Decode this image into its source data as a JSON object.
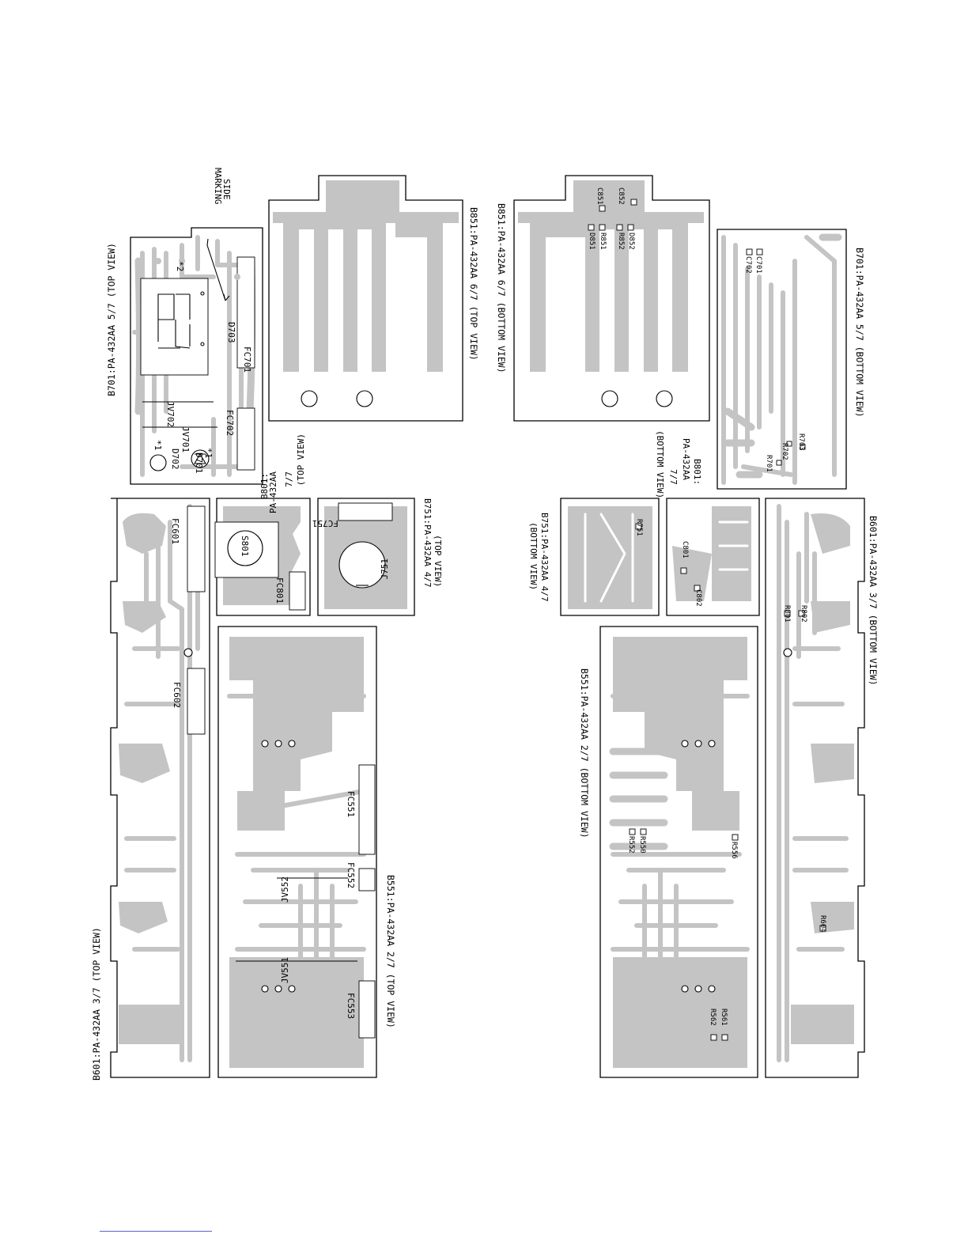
{
  "boards": {
    "b701_top_title": "B701:PA-432AA 5/7 (TOP VIEW)",
    "b851_top_title": "B851:PA-432AA 6/7 (TOP VIEW)",
    "b851_bottom_title": "B851:PA-432AA 6/7 (BOTTOM VIEW)",
    "b701_bottom_title": "B701:PA-432AA 5/7 (BOTTOM VIEW)",
    "b801_top_title": [
      "B801:",
      "PA-432AA",
      "7/7",
      "(TOP VIEW)"
    ],
    "b751_top_title": [
      "B751:PA-432AA 4/7",
      "(TOP VIEW)"
    ],
    "b801_bottom_title": [
      "B801:",
      "PA-432AA",
      "7/7",
      "(BOTTOM VIEW)"
    ],
    "b751_bottom_title": [
      "B751:PA-432AA 4/7",
      "(BOTTOM VIEW)"
    ],
    "b601_bottom_title": "B601:PA-432AA 3/7 (BOTTOM VIEW)",
    "b601_top_title": "B601:PA-432AA 3/7 (TOP VIEW)",
    "b551_top_title": "B551:PA-432AA 2/7 (TOP VIEW)",
    "b551_bottom_title": "B551:PA-432AA 2/7 (BOTTOM VIEW)"
  },
  "labels": {
    "marking_side": [
      "MARKING",
      "SIDE"
    ],
    "star2": "*2",
    "star1": "*1",
    "d703": "D703",
    "fc701": "FC701",
    "jv702": "JV702",
    "jv701": "JV701",
    "fc702": "FC702",
    "d702": "D702",
    "d701": "D701",
    "c852": "C852",
    "d852": "D852",
    "r852": "R852",
    "c851": "C851",
    "r851": "R851",
    "d851": "D851",
    "c701": "C701",
    "c702": "C702",
    "r703": "R703",
    "r702": "R702",
    "r701": "R701",
    "fc601": "FC601",
    "s801": "S801",
    "fc801": "FC801",
    "fc751": "FC751",
    "j751": "J751",
    "r751": "R751",
    "c801": "C801",
    "c802": "C802",
    "r802": "R802",
    "r801": "R801",
    "fc602": "FC602",
    "fc551": "FC551",
    "fc552": "FC552",
    "jv552": "JV552",
    "jv551": "JV551",
    "fc553": "FC553",
    "r556": "R556",
    "r550": "R550",
    "r552": "R552",
    "r604": "R604",
    "r561": "R561",
    "r562": "R562"
  }
}
